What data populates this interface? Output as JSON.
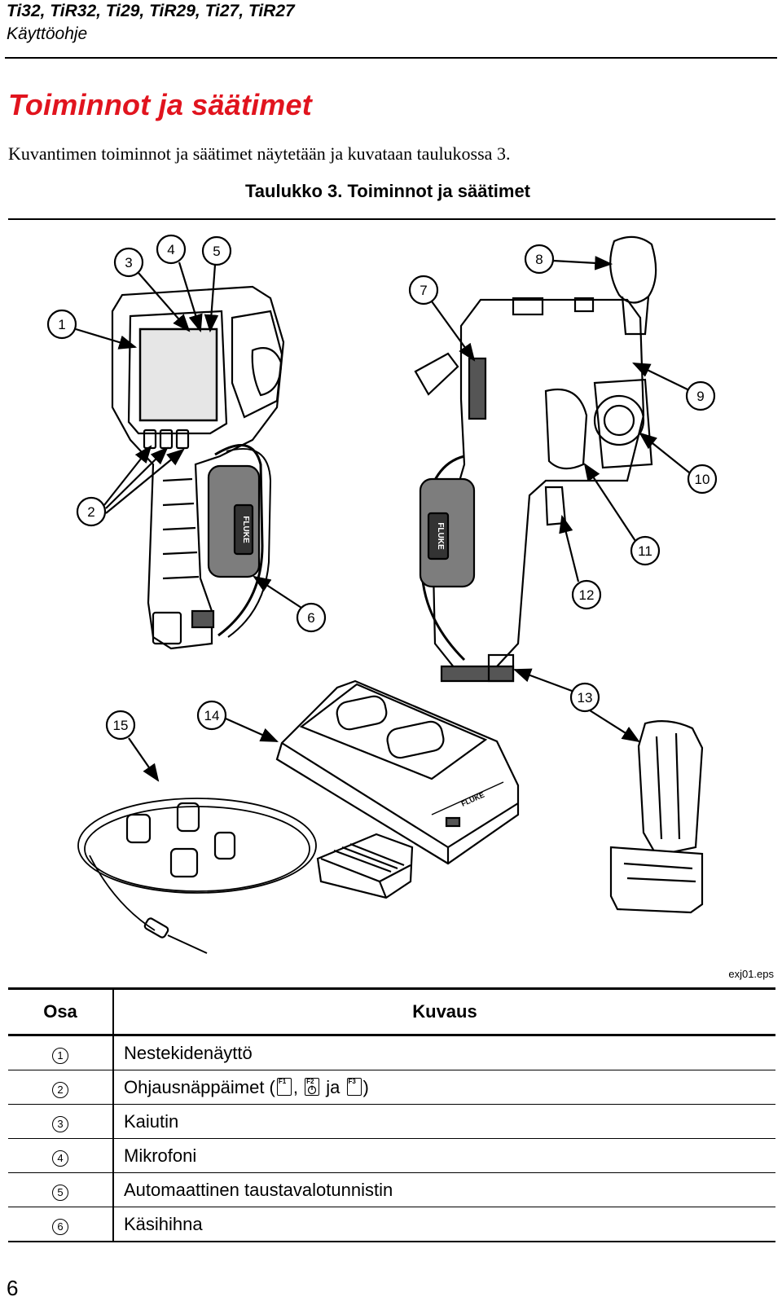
{
  "header": {
    "models": "Ti32, TiR32, Ti29, TiR29, Ti27, TiR27",
    "manual": "Käyttöohje"
  },
  "section_title": "Toiminnot ja säätimet",
  "intro": "Kuvantimen toiminnot ja säätimet näytetään ja kuvataan taulukossa 3.",
  "figure": {
    "caption": "Taulukko 3. Toiminnot ja säätimet",
    "filename": "exj01.eps",
    "callouts": [
      "1",
      "2",
      "3",
      "4",
      "5",
      "6",
      "7",
      "8",
      "9",
      "10",
      "11",
      "12",
      "13",
      "14",
      "15"
    ],
    "brand_text": "FLUKE"
  },
  "table": {
    "headers": [
      "Osa",
      "Kuvaus"
    ],
    "rows": [
      {
        "num": "1",
        "text": "Nestekidenäyttö"
      },
      {
        "num": "2",
        "text_pre": "Ohjausnäppäimet (",
        "sep1": ",",
        "sep2": " ja ",
        "text_post": ")",
        "keys": [
          "F1",
          "F2",
          "F3"
        ]
      },
      {
        "num": "3",
        "text": "Kaiutin"
      },
      {
        "num": "4",
        "text": "Mikrofoni"
      },
      {
        "num": "5",
        "text": "Automaattinen taustavalotunnistin"
      },
      {
        "num": "6",
        "text": "Käsihihna"
      }
    ]
  },
  "page_number": "6",
  "colors": {
    "title_red": "#e1141e",
    "strap_gray": "#7d7d7d"
  }
}
